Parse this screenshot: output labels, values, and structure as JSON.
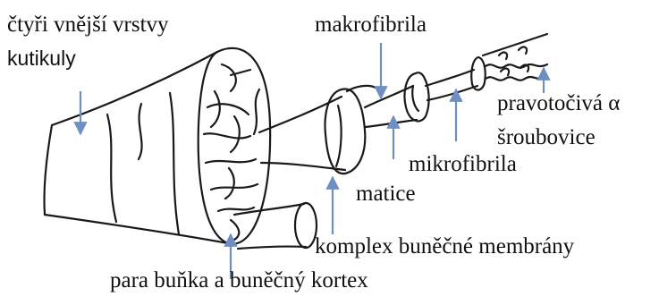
{
  "colors": {
    "ink": "#1a1a1a",
    "arrow": "#6f8fc2",
    "background": "#ffffff"
  },
  "labels": {
    "cuticle_line1": "čtyři vnější vrstvy",
    "cuticle_line2": "kutikuly",
    "macrofibril": "makrofibrila",
    "helix_line1": "pravotočivá α",
    "helix_line2": "šroubovice",
    "microfibril": "mikrofibrila",
    "matrix": "matice",
    "cell_membrane_complex": "komplex buněčné membrány",
    "para_cell_cortex": "para buňka a buněčný kortex"
  }
}
